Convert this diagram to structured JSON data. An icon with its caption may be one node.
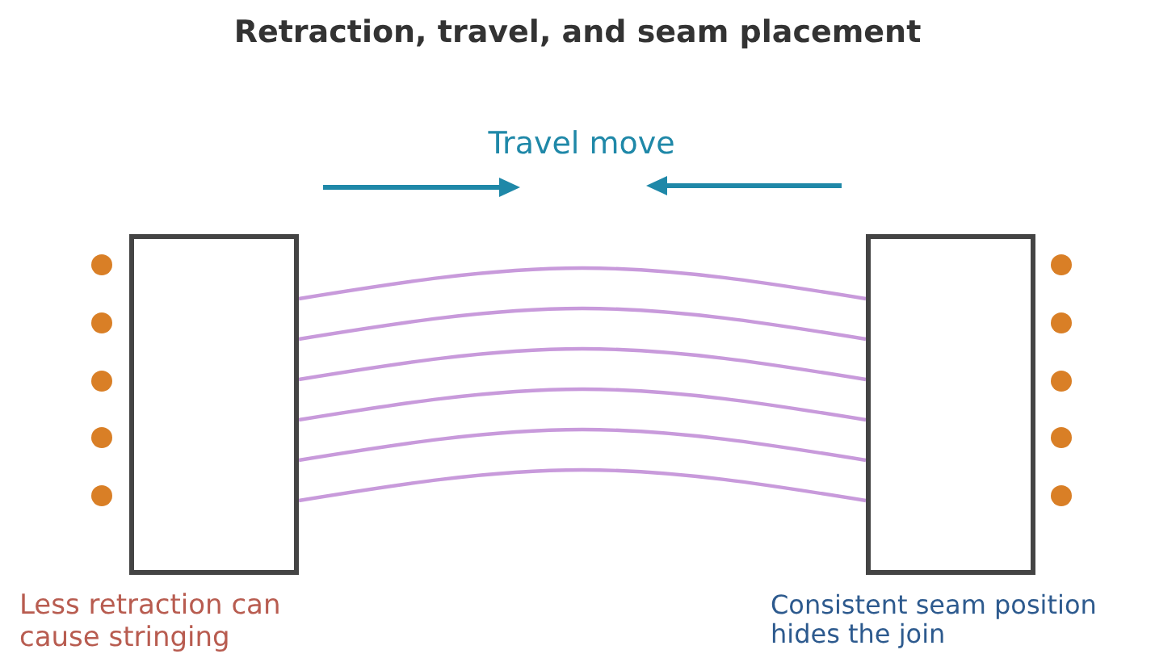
{
  "diagram": {
    "title": "Retraction, travel, and seam placement",
    "nodes": [
      {
        "text": [],
        "shape": "box",
        "beside": [
          "Less retraction can cause stringing"
        ]
      },
      {
        "text": [],
        "shape": "box",
        "beside": [
          "Consistent seam position hides the join"
        ]
      }
    ],
    "edges": [
      {
        "from": 0,
        "to": 1,
        "arrow": "none"
      },
      {
        "from": 0,
        "to": 1,
        "arrow": "none"
      },
      {
        "from": 0,
        "to": 1,
        "arrow": "none"
      },
      {
        "from": 0,
        "to": 1,
        "arrow": "none"
      },
      {
        "from": 0,
        "to": 1,
        "arrow": "none"
      },
      {
        "from": 0,
        "to": 1,
        "arrow": "none"
      }
    ],
    "labels": [
      "Travel move"
    ]
  }
}
